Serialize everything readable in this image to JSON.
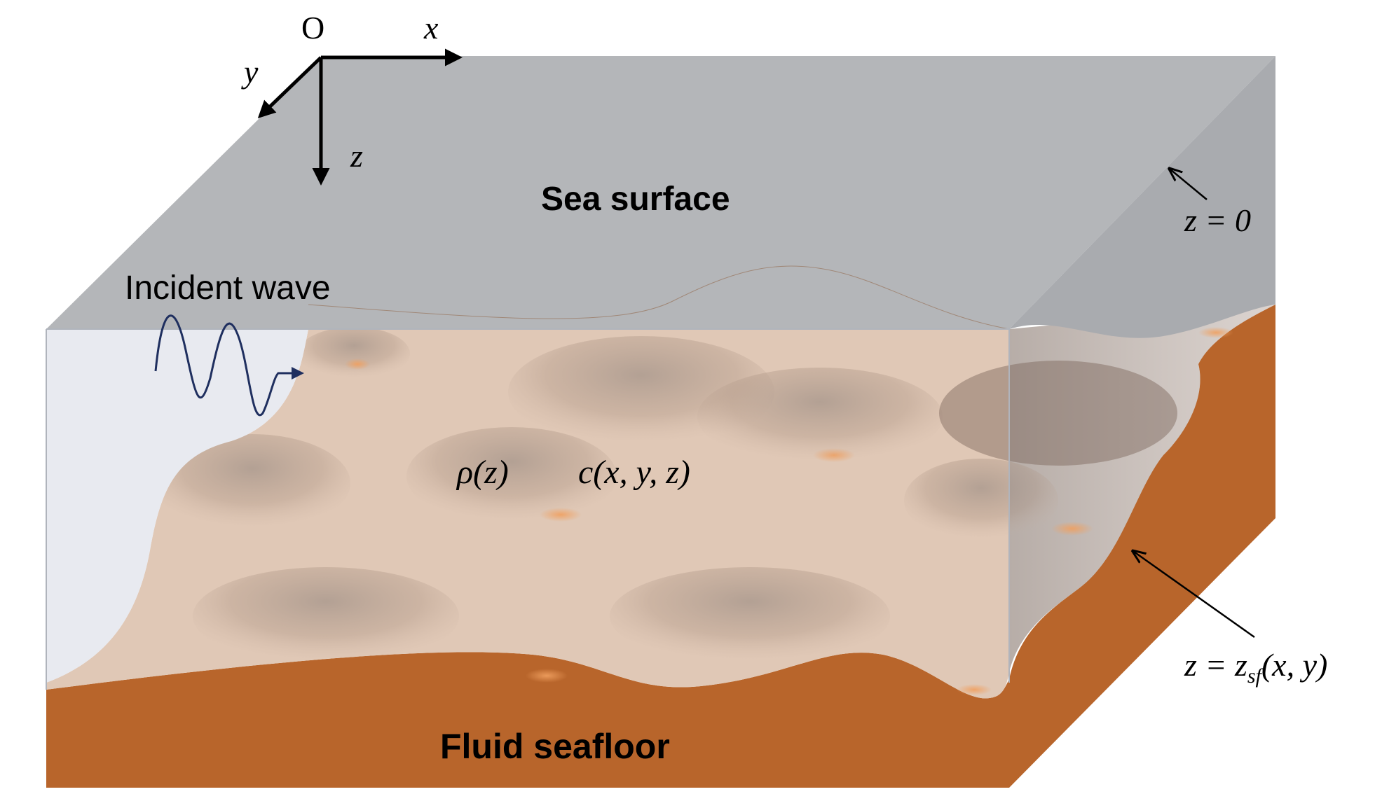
{
  "labels": {
    "origin": "O",
    "x_axis": "x",
    "y_axis": "y",
    "z_axis": "z",
    "sea_surface": "Sea surface",
    "z_zero": "z = 0",
    "incident_wave": "Incident wave",
    "density": "ρ(z)",
    "sound_speed": "c(x, y, z)",
    "seafloor_eq_left": "z = z",
    "seafloor_eq_sub": "sf",
    "seafloor_eq_right": "(x, y)",
    "fluid_seafloor": "Fluid seafloor"
  },
  "colors": {
    "sea_surface": "#b4b6b9",
    "water_front": "#e8eaf0",
    "sediment_top": "#e0c8b6",
    "seafloor": "#b8652b",
    "wave_line": "#1f2f5f",
    "axis": "#000000"
  }
}
